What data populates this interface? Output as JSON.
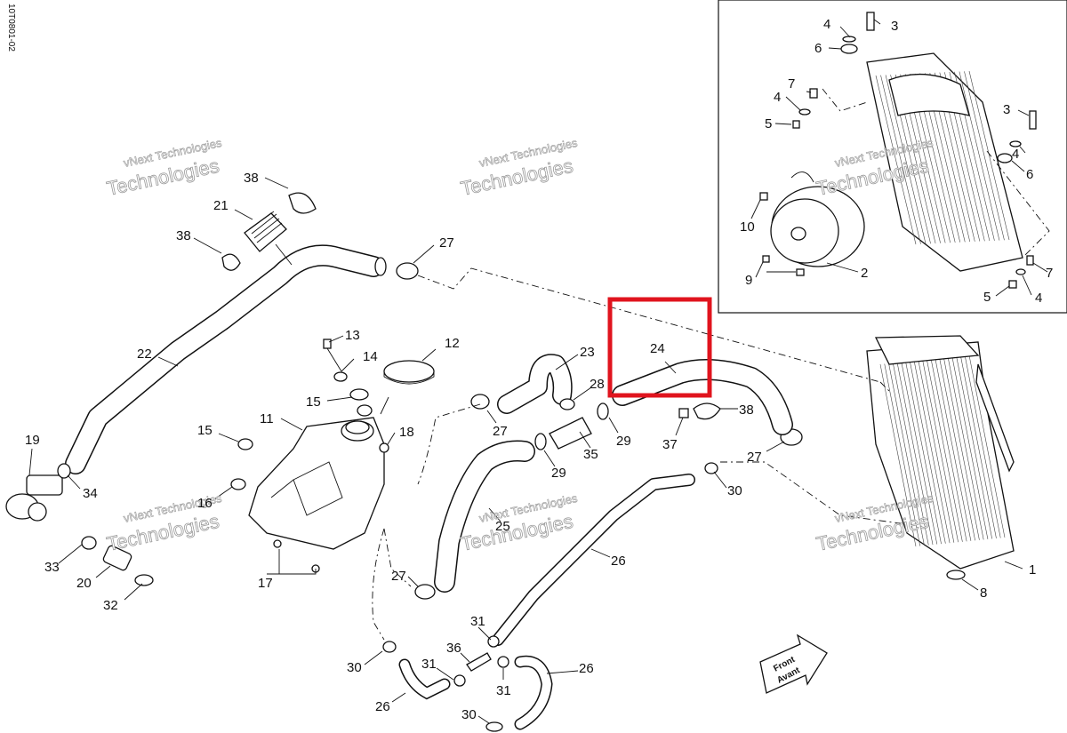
{
  "document_ref": "10T0801-02",
  "watermark": {
    "line1": "vNext Technologies",
    "line2": "Technologies"
  },
  "front_label": {
    "line1": "Front",
    "line2": "Avant"
  },
  "highlight": {
    "color": "#e0141e",
    "part": "24"
  },
  "callouts": {
    "c1": "1",
    "c2": "2",
    "c3a": "3",
    "c3b": "3",
    "c4a": "4",
    "c4b": "4",
    "c4c": "4",
    "c4d": "4",
    "c5a": "5",
    "c5b": "5",
    "c6a": "6",
    "c6b": "6",
    "c7a": "7",
    "c7b": "7",
    "c8": "8",
    "c9": "9",
    "c10": "10",
    "c11": "11",
    "c12": "12",
    "c13": "13",
    "c14": "14",
    "c15a": "15",
    "c15b": "15",
    "c16": "16",
    "c17": "17",
    "c18": "18",
    "c19": "19",
    "c20": "20",
    "c21": "21",
    "c22": "22",
    "c23": "23",
    "c24": "24",
    "c25": "25",
    "c26a": "26",
    "c26b": "26",
    "c26c": "26",
    "c27a": "27",
    "c27b": "27",
    "c27c": "27",
    "c27d": "27",
    "c28": "28",
    "c29a": "29",
    "c29b": "29",
    "c30a": "30",
    "c30b": "30",
    "c30c": "30",
    "c31a": "31",
    "c31b": "31",
    "c31c": "31",
    "c32": "32",
    "c33": "33",
    "c34": "34",
    "c35": "35",
    "c36": "36",
    "c37": "37",
    "c38a": "38",
    "c38b": "38",
    "c38c": "38"
  }
}
